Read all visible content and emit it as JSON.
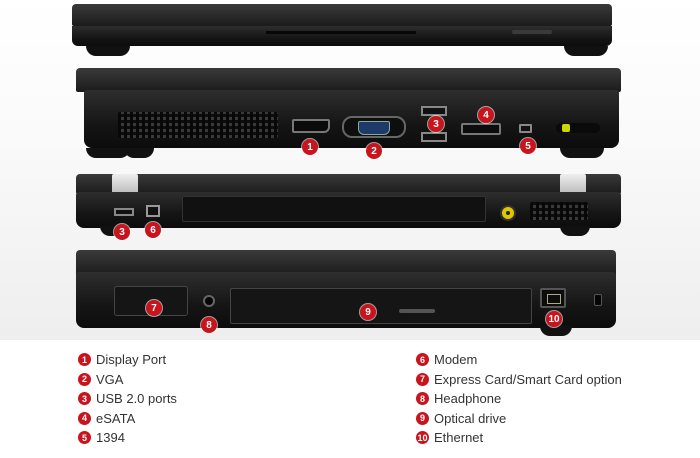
{
  "callouts": {
    "c1": "1",
    "c2": "2",
    "c3a": "3",
    "c4": "4",
    "c5": "5",
    "c3b": "3",
    "c6": "6",
    "c7": "7",
    "c8": "8",
    "c9": "9",
    "c10": "10"
  },
  "legend": {
    "left": [
      {
        "num": "1",
        "label": "Display Port"
      },
      {
        "num": "2",
        "label": "VGA"
      },
      {
        "num": "3",
        "label": "USB 2.0 ports"
      },
      {
        "num": "4",
        "label": "eSATA"
      },
      {
        "num": "5",
        "label": "1394"
      }
    ],
    "right": [
      {
        "num": "6",
        "label": "Modem"
      },
      {
        "num": "7",
        "label": "Express Card/Smart Card option"
      },
      {
        "num": "8",
        "label": "Headphone"
      },
      {
        "num": "9",
        "label": "Optical drive"
      },
      {
        "num": "10",
        "label": "Ethernet"
      }
    ]
  },
  "colors": {
    "callout_red": "#c8141c",
    "laptop_body": "#1b1b1b",
    "legend_text": "#333333",
    "power_jack_yellow": "#e0c800"
  }
}
